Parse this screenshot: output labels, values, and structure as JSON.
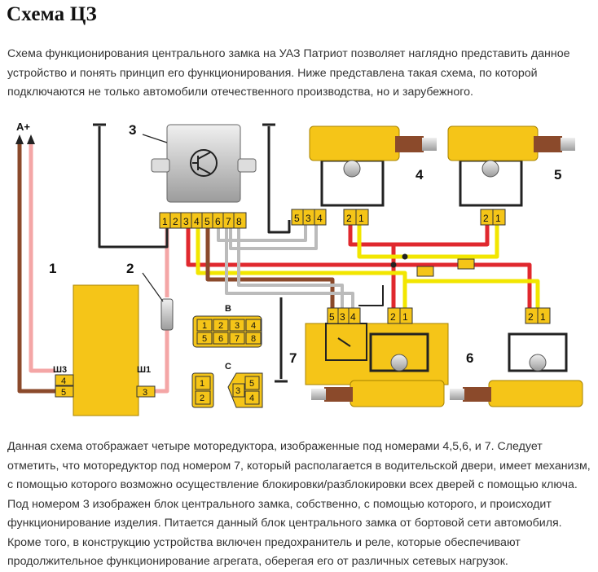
{
  "title": "Схема ЦЗ",
  "intro": "Схема функционирования центрального замка на УАЗ Патриот позволяет наглядно представить данное устройство и понять принцип его функционирования. Ниже представлена такая схема, по которой подключаются не только автомобили отечественного производства, но и зарубежного.",
  "description": "Данная схема отображает четыре моторедуктора, изображенные под номерами 4,5,6, и 7. Следует отметить, что моторедуктор под номером 7, который располагается в водительской двери, имеет механизм, с помощью которого возможно осуществление блокировки/разблокировки всех дверей с помощью ключа. Под номером 3 изображен блок центрального замка, собственно, с помощью которого, и происходит функционирование изделия. Питается данный блок центрального замка от бортовой сети автомобиля. Кроме того, в конструкцию устройства включен предохранитель и реле, которые обеспечивают продолжительное функционирование агрегата, оберегая его от различных сетевых нагрузок.",
  "diagram": {
    "power_label": "А+",
    "labels": {
      "n1": "1",
      "n2": "2",
      "n3": "3",
      "n4": "4",
      "n5": "5",
      "n6": "6",
      "n7": "7"
    },
    "connector_sh3": "Ш3",
    "connector_sh1": "Ш1",
    "connector_b": "В",
    "connector_c": "С",
    "unit_pins": [
      "1",
      "2",
      "3",
      "4",
      "5",
      "6",
      "7",
      "8"
    ],
    "relay_pins": [
      "5",
      "3",
      "4"
    ],
    "motor_pins": [
      "2",
      "1"
    ],
    "sh3_pins": [
      "4",
      "5"
    ],
    "sh1_pins": [
      "3"
    ],
    "b_pins": [
      "1",
      "2",
      "3",
      "4",
      "5",
      "6",
      "7",
      "8"
    ],
    "c_left_pins": [
      "1",
      "2"
    ],
    "c_right_pins": [
      "3",
      "4",
      "5"
    ],
    "colors": {
      "yellow": "#f5c518",
      "red": "#e0282e",
      "brown": "#8b4a2b",
      "pink": "#f4a6a6",
      "gray": "#c8c8c8",
      "wire_yellow": "#f2e600",
      "dark": "#222222"
    }
  }
}
